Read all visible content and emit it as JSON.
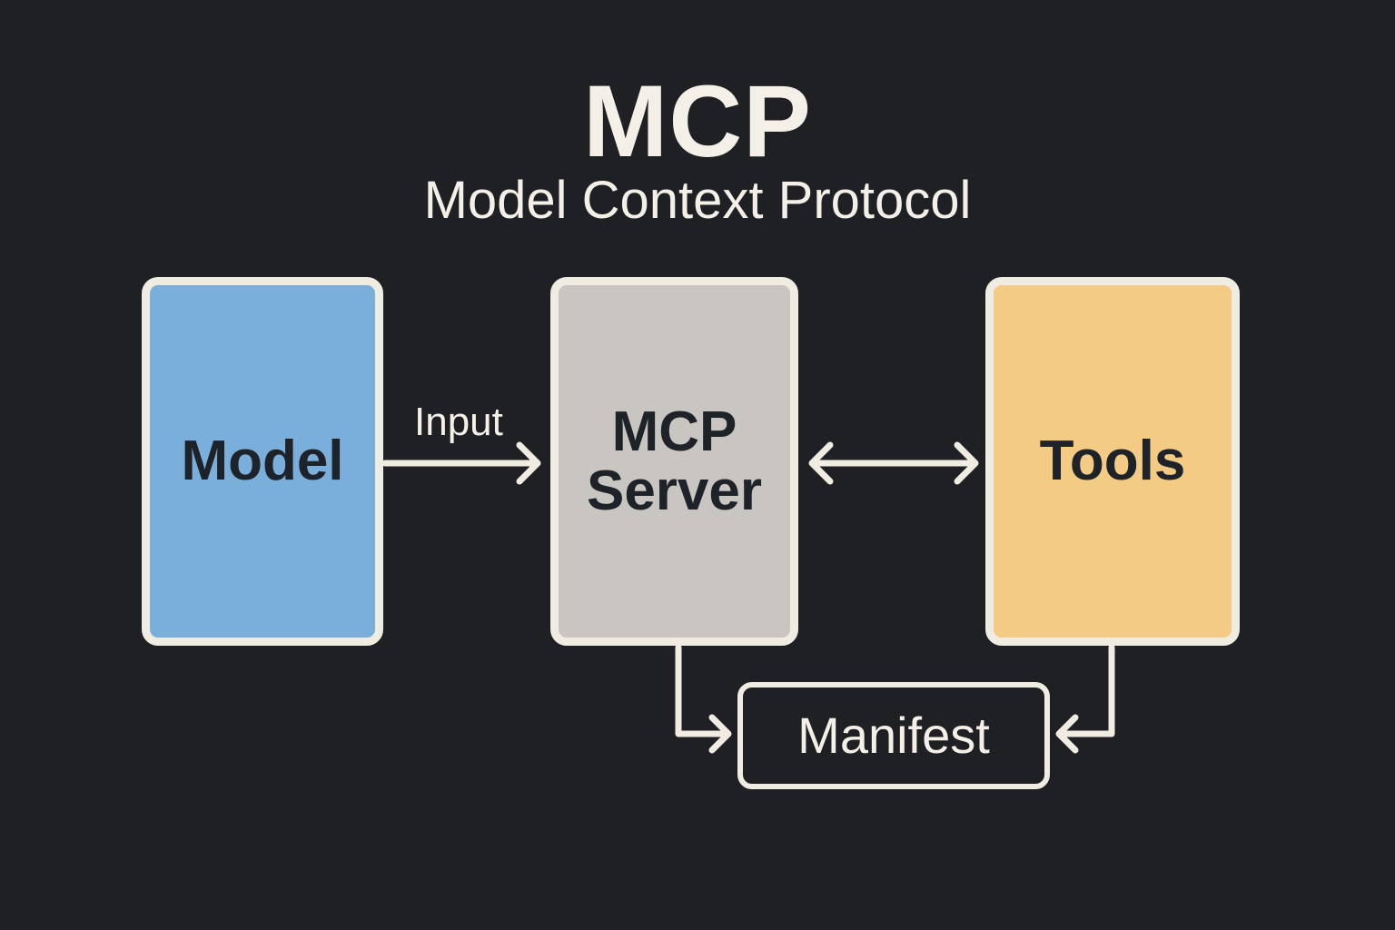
{
  "header": {
    "title": "MCP",
    "subtitle": "Model Context Protocol"
  },
  "nodes": {
    "model": {
      "label": "Model",
      "fill": "#7aafdc"
    },
    "server": {
      "label": "MCP\nServer",
      "fill": "#c9c6c1"
    },
    "tools": {
      "label": "Tools",
      "fill": "#f3cb84"
    },
    "manifest": {
      "label": "Manifest"
    }
  },
  "edges": {
    "model_to_server_label": "Input"
  },
  "colors": {
    "background": "#1f2024",
    "stroke": "#f1ece2",
    "text_light": "#f4f0e8",
    "text_dark": "#1e2229"
  }
}
